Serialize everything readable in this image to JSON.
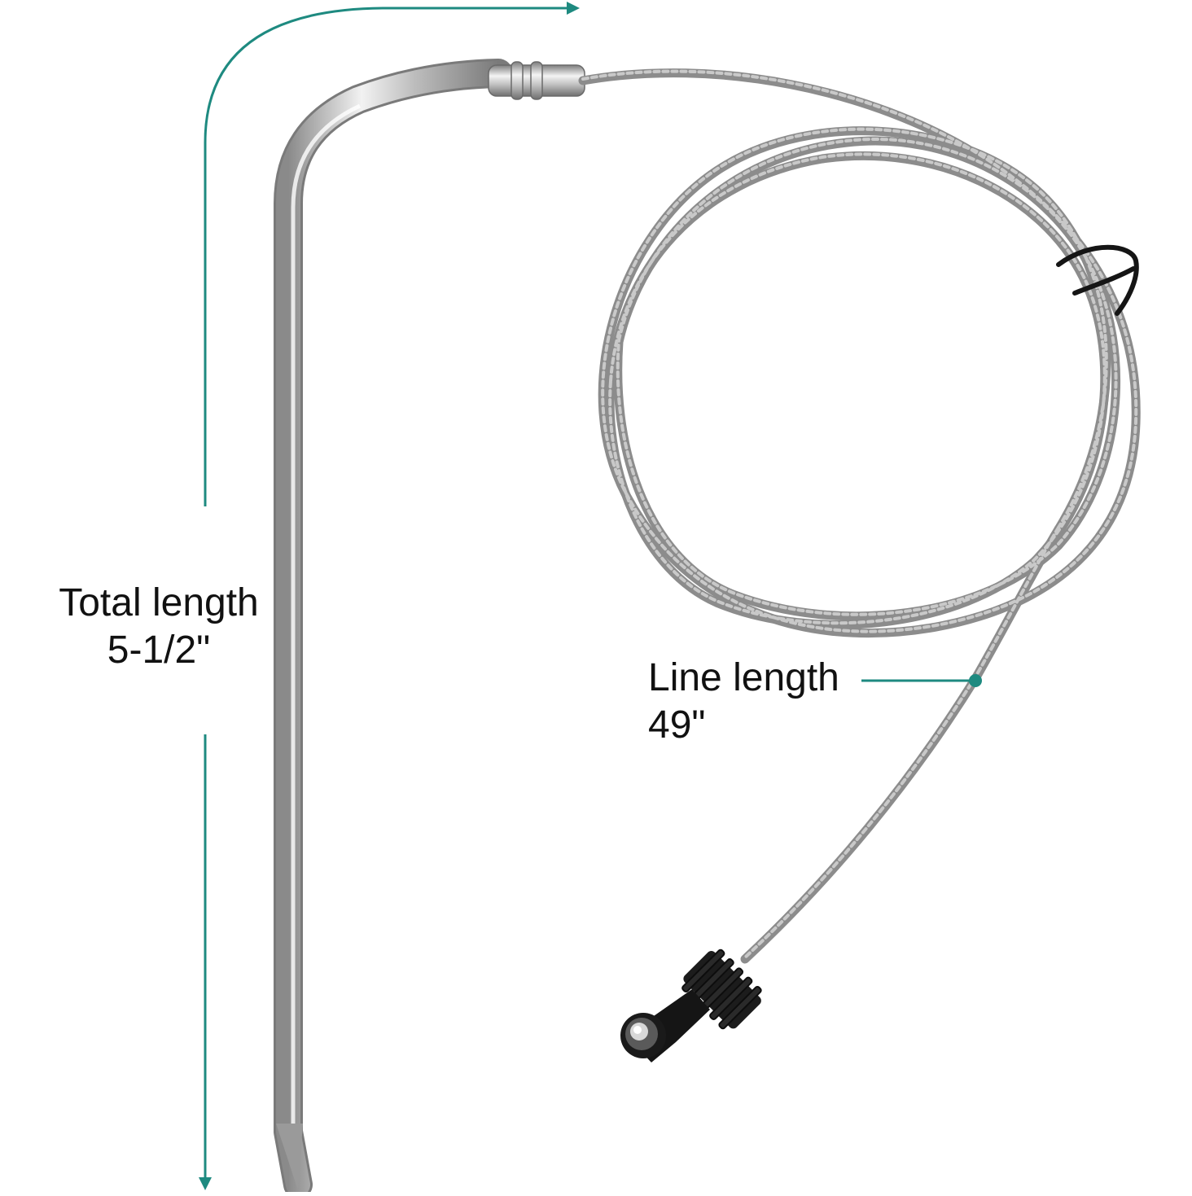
{
  "total_length": {
    "label": "Total length",
    "value": "5-1/2\""
  },
  "line_length": {
    "label": "Line length",
    "value": "49\""
  },
  "colors": {
    "accent": "#1e8a80",
    "text": "#111111",
    "steel_light": "#e6e6e6",
    "steel_mid": "#b4b4b4",
    "steel_dark": "#7c7c7c",
    "cable": "#9a9a9a",
    "connector": "#1a1a1a"
  }
}
